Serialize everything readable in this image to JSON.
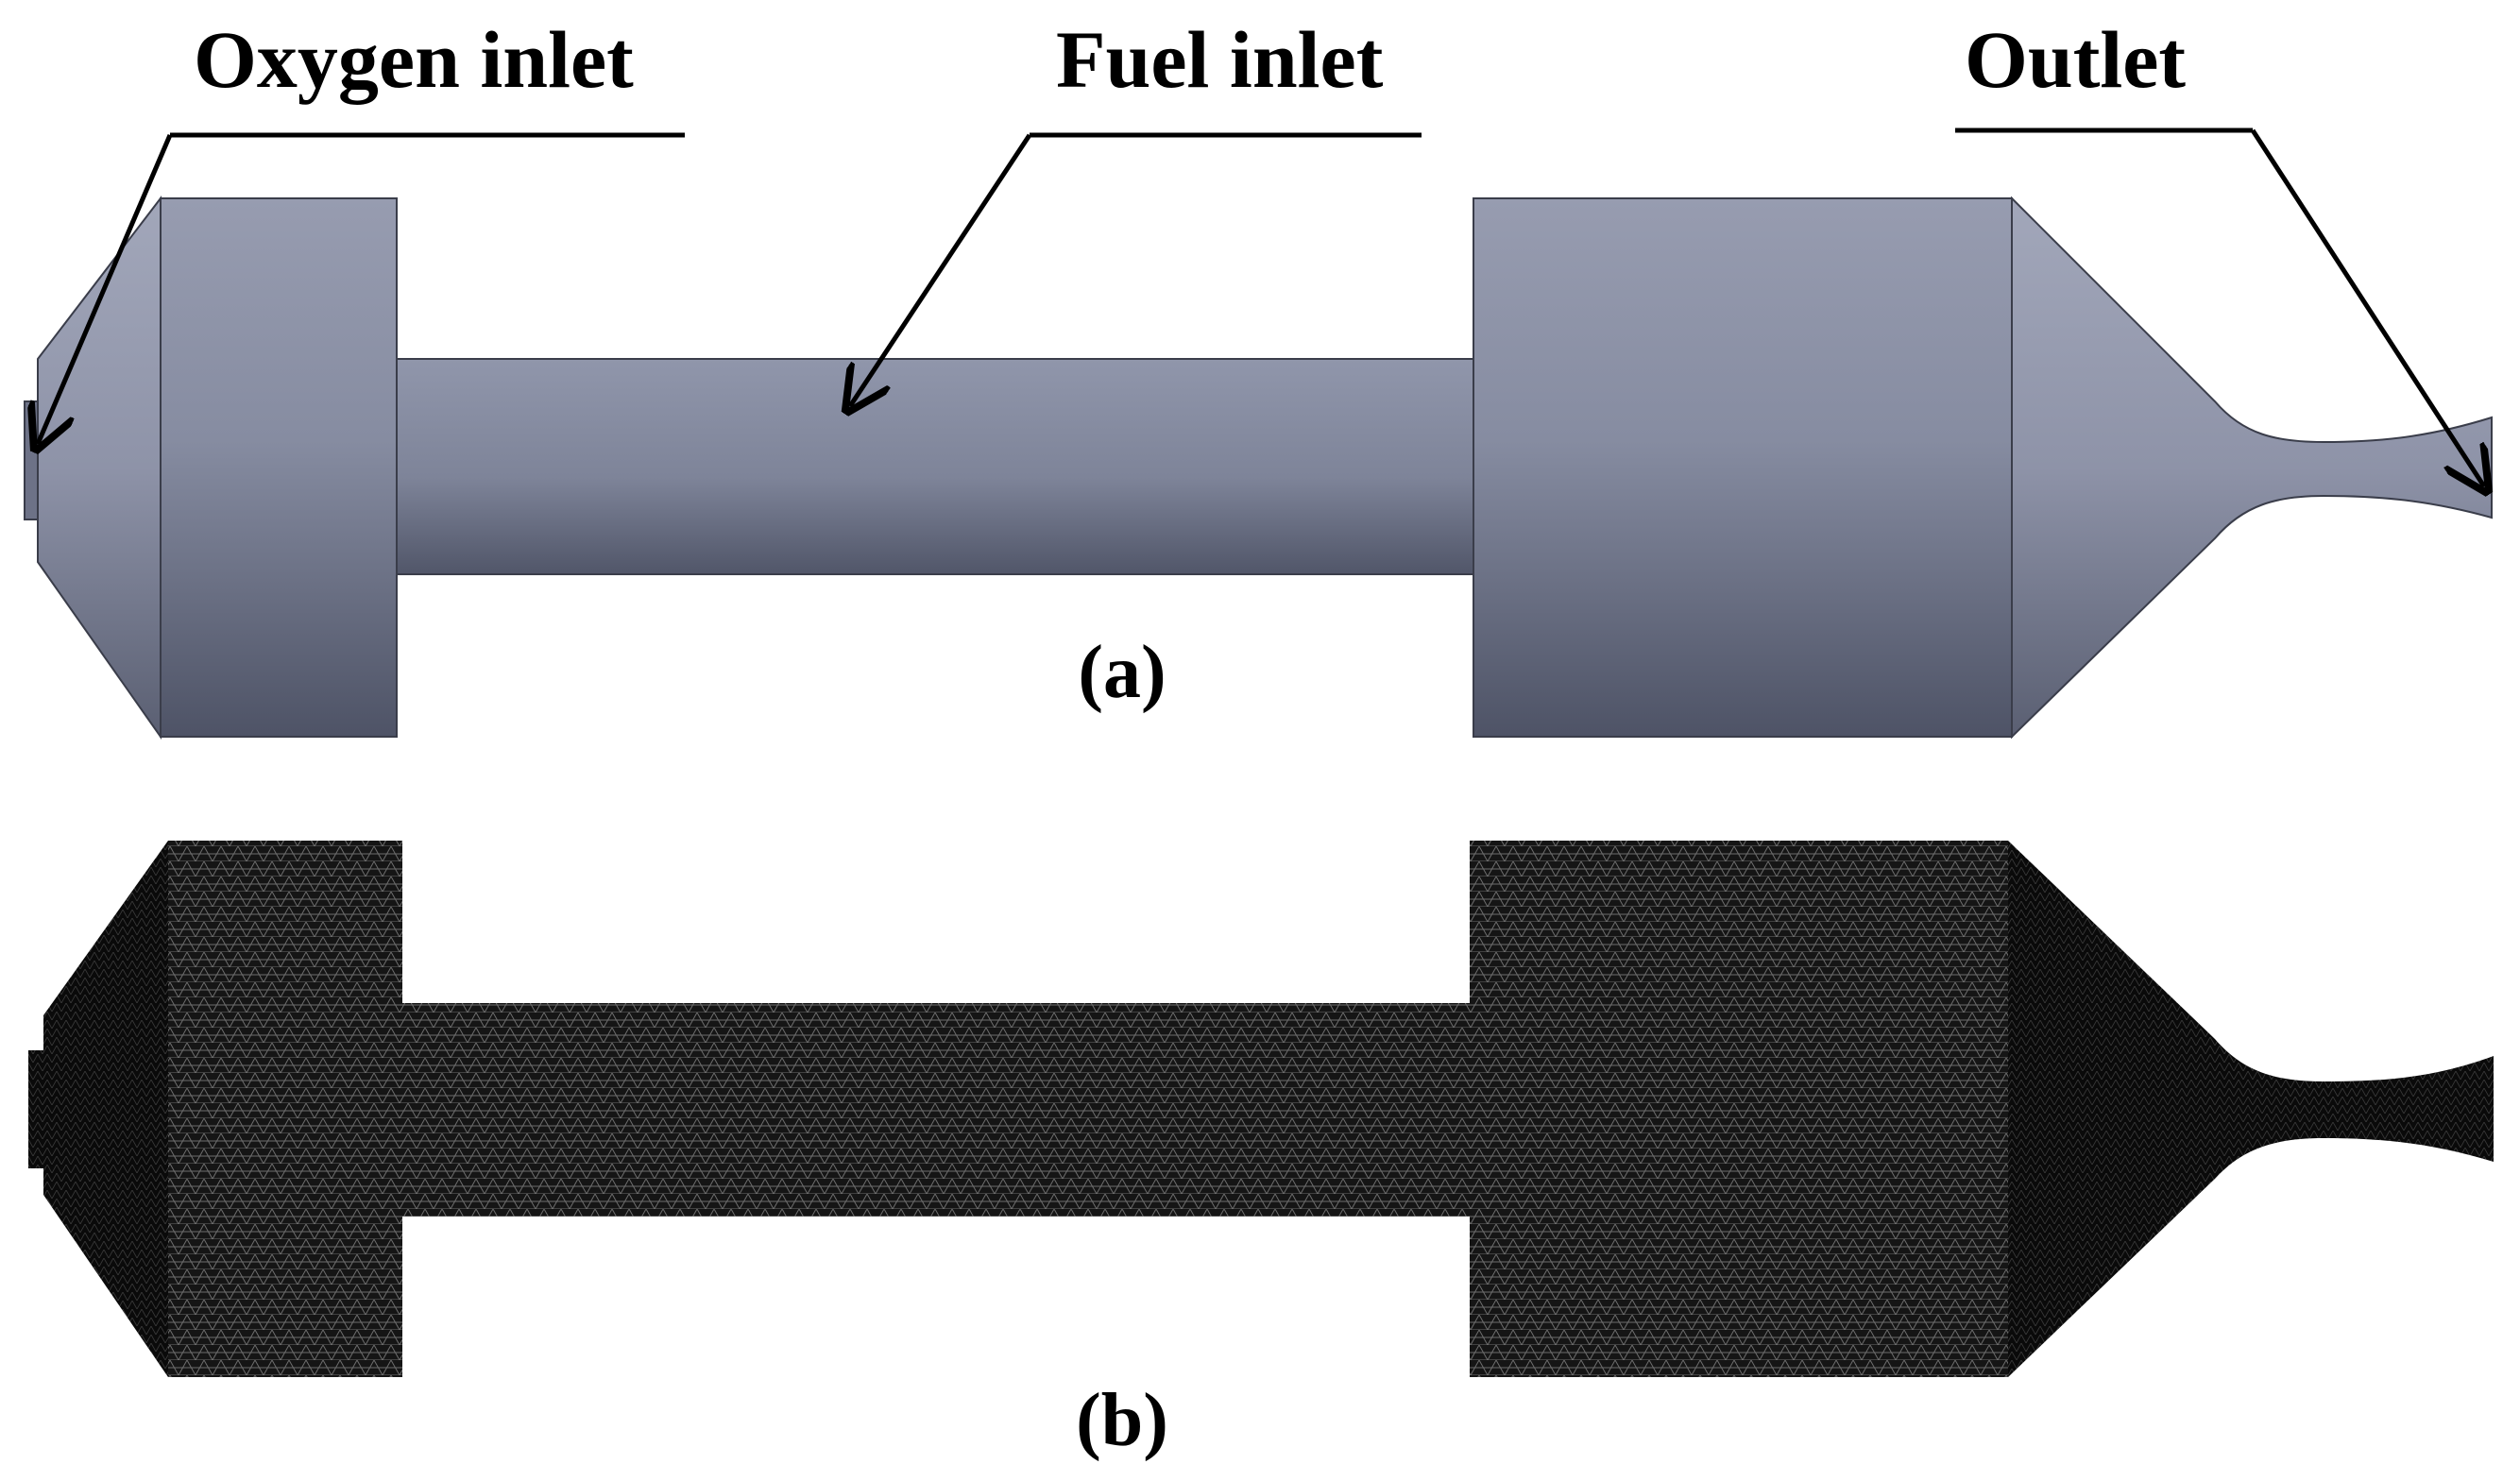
{
  "labels": {
    "oxygen_inlet": "Oxygen inlet",
    "fuel_inlet": "Fuel inlet",
    "outlet": "Outlet"
  },
  "panels": {
    "a": "(a)",
    "b": "(b)"
  },
  "colors": {
    "model_body": "#868ca1",
    "model_dark": "#4e5366",
    "mesh_fill": "#151515",
    "mesh_line": "#9a9a9a",
    "annotation": "#000000"
  }
}
